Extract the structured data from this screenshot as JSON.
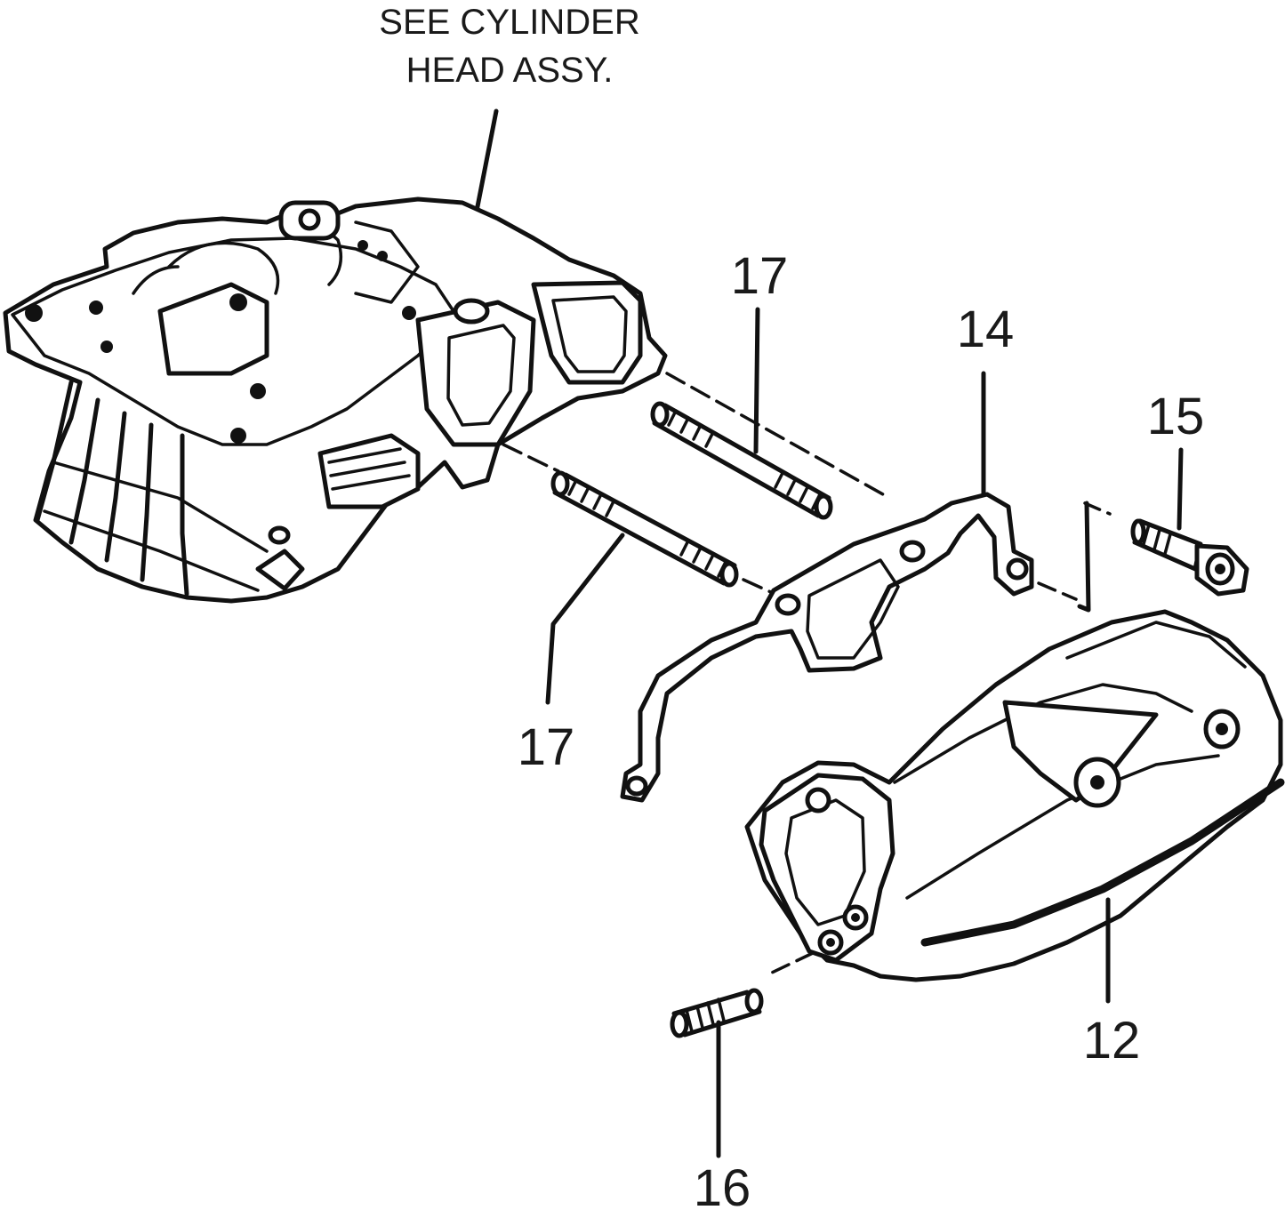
{
  "note": {
    "line1": "SEE CYLINDER",
    "line2": "HEAD ASSY."
  },
  "callouts": {
    "c17_top": "17",
    "c17_bottom": "17",
    "c14": "14",
    "c15": "15",
    "c12": "12",
    "c16": "16"
  }
}
